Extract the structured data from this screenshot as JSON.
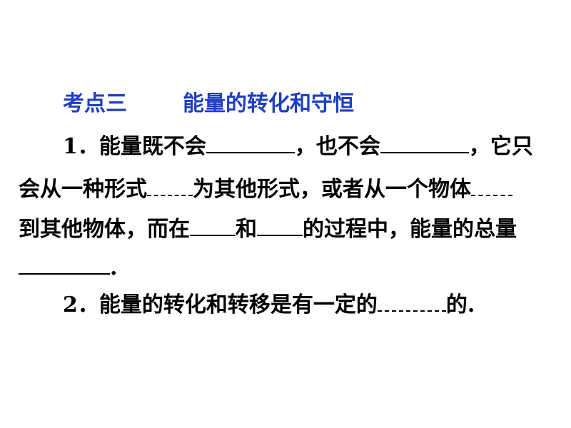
{
  "heading": {
    "label": "考点三",
    "topic": "能量的转化和守恒"
  },
  "item1": {
    "number": "1．",
    "t1": "能量既不会",
    "t2": "，也不会",
    "t3": "，它只",
    "t4": "会从一种形式",
    "t5": "为其他形式，或者从一个物体",
    "t6": "到其他物体，而在",
    "t7": "和",
    "t8": "的过程中，能量的总量",
    "t9": "."
  },
  "item2": {
    "number": "2．",
    "t1": "能量的转化和转移是有一定的",
    "t2": "的."
  }
}
